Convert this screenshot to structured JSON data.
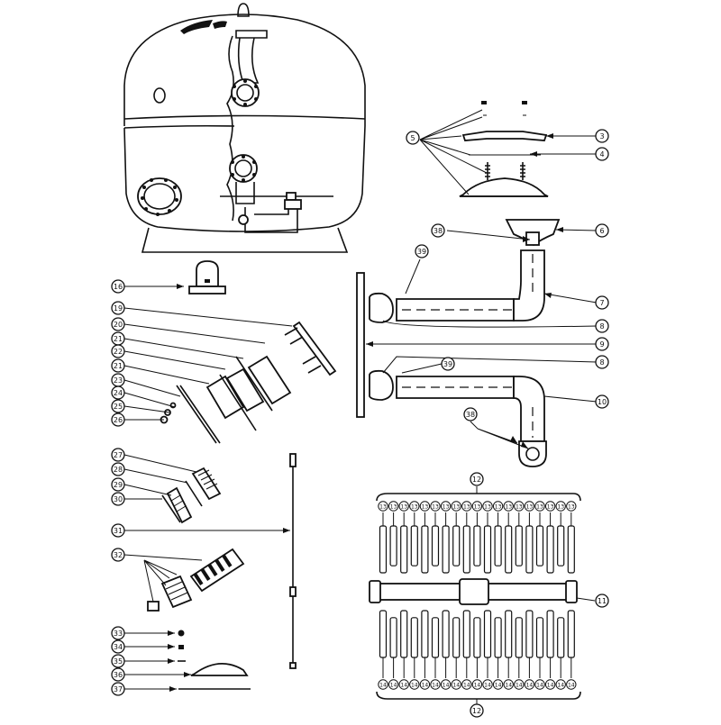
{
  "diagram": {
    "callouts": [
      {
        "id": "c5",
        "label": "5"
      },
      {
        "id": "c3",
        "label": "3"
      },
      {
        "id": "c4",
        "label": "4"
      },
      {
        "id": "c38a",
        "label": "38"
      },
      {
        "id": "c6",
        "label": "6"
      },
      {
        "id": "c39a",
        "label": "39"
      },
      {
        "id": "c7",
        "label": "7"
      },
      {
        "id": "c8a",
        "label": "8"
      },
      {
        "id": "c9",
        "label": "9"
      },
      {
        "id": "c8b",
        "label": "8"
      },
      {
        "id": "c39b",
        "label": "39"
      },
      {
        "id": "c10",
        "label": "10"
      },
      {
        "id": "c38b",
        "label": "38"
      },
      {
        "id": "c16",
        "label": "16"
      },
      {
        "id": "c19",
        "label": "19"
      },
      {
        "id": "c20",
        "label": "20"
      },
      {
        "id": "c21a",
        "label": "21"
      },
      {
        "id": "c22",
        "label": "22"
      },
      {
        "id": "c21b",
        "label": "21"
      },
      {
        "id": "c23",
        "label": "23"
      },
      {
        "id": "c24",
        "label": "24"
      },
      {
        "id": "c25",
        "label": "25"
      },
      {
        "id": "c26",
        "label": "26"
      },
      {
        "id": "c27",
        "label": "27"
      },
      {
        "id": "c28",
        "label": "28"
      },
      {
        "id": "c29",
        "label": "29"
      },
      {
        "id": "c30",
        "label": "30"
      },
      {
        "id": "c31",
        "label": "31"
      },
      {
        "id": "c32",
        "label": "32"
      },
      {
        "id": "c33",
        "label": "33"
      },
      {
        "id": "c34",
        "label": "34"
      },
      {
        "id": "c35",
        "label": "35"
      },
      {
        "id": "c36",
        "label": "36"
      },
      {
        "id": "c37",
        "label": "37"
      },
      {
        "id": "c12top",
        "label": "12"
      },
      {
        "id": "c11",
        "label": "11"
      },
      {
        "id": "c12bot",
        "label": "12"
      }
    ],
    "lateral_top_label": "13",
    "lateral_bottom_label": "14"
  }
}
